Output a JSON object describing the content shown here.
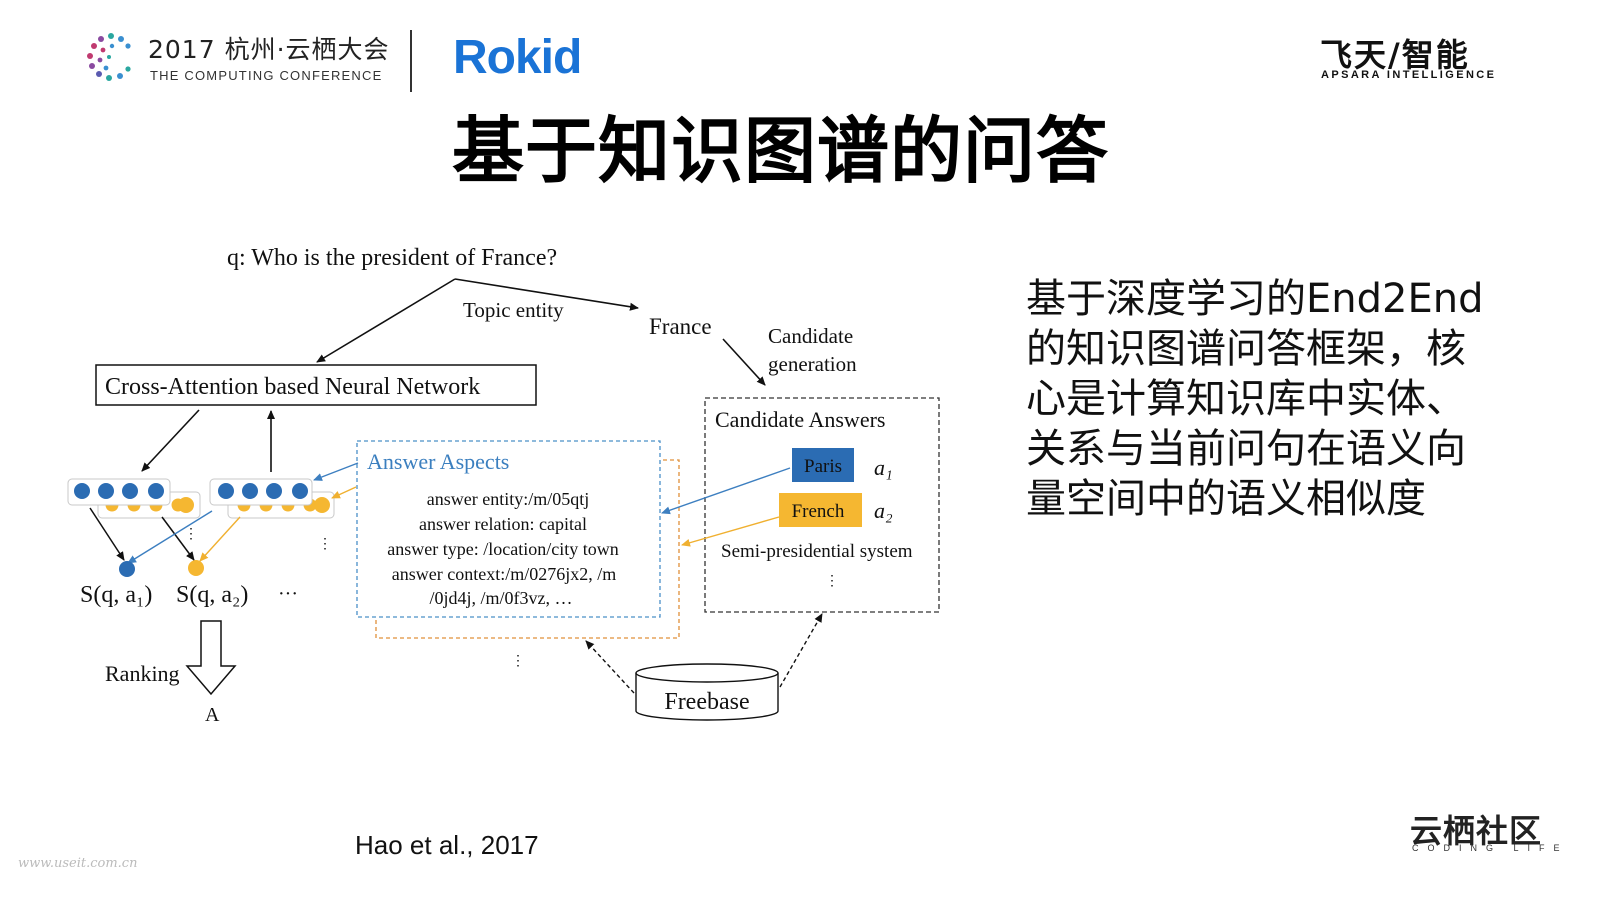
{
  "header": {
    "conference_title": "2017 杭州·云栖大会",
    "conference_subtitle": "THE COMPUTING CONFERENCE",
    "partner_logo": "Rokid",
    "brand_logo": "飞天/智能",
    "brand_subtitle": "APSARA INTELLIGENCE"
  },
  "title": "基于知识图谱的问答",
  "diagram": {
    "question": "q: Who is the president of France?",
    "topic_entity_label": "Topic entity",
    "topic_entity_value": "France",
    "candidate_generation_line1": "Candidate",
    "candidate_generation_line2": "generation",
    "network_box_label": "Cross-Attention based Neural Network",
    "answer_aspects_title": "Answer Aspects",
    "answer_aspects_lines": [
      "answer entity:/m/05qtj",
      "answer relation: capital",
      "answer type: /location/city town",
      "answer context:/m/0276jx2, /m",
      "/0jd4j,  /m/0f3vz, …"
    ],
    "candidate_answers_title": "Candidate Answers",
    "candidates": [
      {
        "label": "Paris",
        "symbol": "a₁",
        "color": "#2b6cb3"
      },
      {
        "label": "French",
        "symbol": "a₂",
        "color": "#f5b731"
      }
    ],
    "candidate_extra": "Semi-presidential system",
    "score_labels": [
      "S(q, a₁)",
      "S(q, a₂)",
      "···"
    ],
    "ranking_label": "Ranking",
    "answer_label": "A",
    "knowledge_base": "Freebase",
    "dots": "⋮"
  },
  "description": "基于深度学习的End2End的知识图谱问答框架，核心是计算知识库中实体、关系与当前问句在语义向量空间中的语义相似度",
  "footer": {
    "citation": "Hao et al.,  2017",
    "watermark": "www.useit.com.cn",
    "community_logo": "云栖社区",
    "community_subtitle": "CODING LIFE"
  },
  "colors": {
    "blue_node": "#2b6cb3",
    "yellow_node": "#f5b731",
    "aspects_border": "#4a90c8",
    "aspects_shadow_border": "#e0903a",
    "rokid_blue": "#1a73d6"
  }
}
